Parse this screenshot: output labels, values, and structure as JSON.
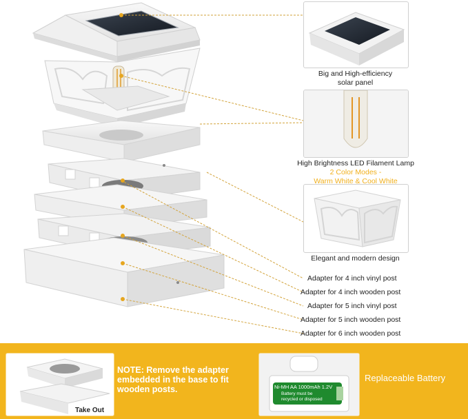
{
  "colors": {
    "accent": "#f1b01d",
    "band": "#f2b51d",
    "line": "#d2a238",
    "dot": "#e6a61f"
  },
  "callouts": {
    "solar_panel": [
      "Big and High-efficiency",
      "solar panel"
    ],
    "led_lamp": "High Brightness LED Filament Lamp",
    "color_modes_1": "2 Color Modes -",
    "color_modes_2": "Warm White & Cool White",
    "design": "Elegant and modern design"
  },
  "adapters": [
    "Adapter for 4 inch vinyl post",
    "Adapter for 4 inch wooden post",
    "Adapter for 5 inch vinyl post",
    "Adapter for 5 inch wooden post",
    "Adapter for 6 inch wooden post"
  ],
  "bottom": {
    "take_out": "Take Out",
    "note": [
      "NOTE: Remove the adapter",
      "embedded in the base to fit",
      "wooden posts."
    ],
    "battery_label": "Replaceable Battery",
    "battery_text_1": "Ni-MH AA 1000mAh 1.2V",
    "battery_text_2": "Battery must be",
    "battery_text_3": "recycled or disposed"
  }
}
